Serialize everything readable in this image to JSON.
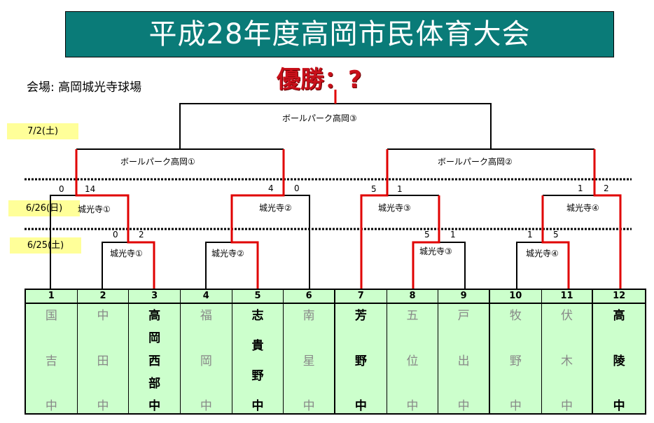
{
  "title": "平成28年度高岡市民体育大会",
  "champion": "優勝：?",
  "venue": "会場: 高岡城光寺球場",
  "dates": [
    "7/2(土)",
    "6/26(日)",
    "6/25(土)"
  ],
  "matches": {
    "final": "ボールパーク高岡③",
    "semi1": "ボールパーク高岡①",
    "semi2": "ボールパーク高岡②",
    "qf1": "城光寺①",
    "qf2": "城光寺②",
    "qf3": "城光寺③",
    "qf4": "城光寺④",
    "r1_1": "城光寺①",
    "r1_2": "城光寺②",
    "r1_3": "城光寺③",
    "r1_4": "城光寺④"
  },
  "scores": {
    "qf1": [
      "0",
      "14"
    ],
    "qf2": [
      "4",
      "0"
    ],
    "qf3": [
      "5",
      "1"
    ],
    "qf4": [
      "1",
      "2"
    ],
    "r1_1": [
      "0",
      "2"
    ],
    "r1_2": [],
    "r1_3": [
      "5",
      "1"
    ],
    "r1_4": [
      "1",
      "5"
    ]
  },
  "colors": {
    "winner_line": "#e00000",
    "title_bg": "#0a7b78",
    "table_bg": "#ccffcc",
    "date_bg": "#ffff99"
  },
  "teams": [
    {
      "num": "1",
      "chars": [
        "国",
        "吉",
        "中"
      ],
      "active": false
    },
    {
      "num": "2",
      "chars": [
        "中",
        "田",
        "中"
      ],
      "active": false
    },
    {
      "num": "3",
      "chars": [
        "高",
        "岡",
        "西",
        "部",
        "中"
      ],
      "active": true
    },
    {
      "num": "4",
      "chars": [
        "福",
        "岡",
        "中"
      ],
      "active": false
    },
    {
      "num": "5",
      "chars": [
        "志",
        "貴",
        "野",
        "中"
      ],
      "active": true
    },
    {
      "num": "6",
      "chars": [
        "南",
        "星",
        "中"
      ],
      "active": false
    },
    {
      "num": "7",
      "chars": [
        "芳",
        "野",
        "中"
      ],
      "active": true
    },
    {
      "num": "8",
      "chars": [
        "五",
        "位",
        "中"
      ],
      "active": false
    },
    {
      "num": "9",
      "chars": [
        "戸",
        "出",
        "中"
      ],
      "active": false
    },
    {
      "num": "10",
      "chars": [
        "牧",
        "野",
        "中"
      ],
      "active": false
    },
    {
      "num": "11",
      "chars": [
        "伏",
        "木",
        "中"
      ],
      "active": false
    },
    {
      "num": "12",
      "chars": [
        "高",
        "陵",
        "中"
      ],
      "active": true
    }
  ]
}
